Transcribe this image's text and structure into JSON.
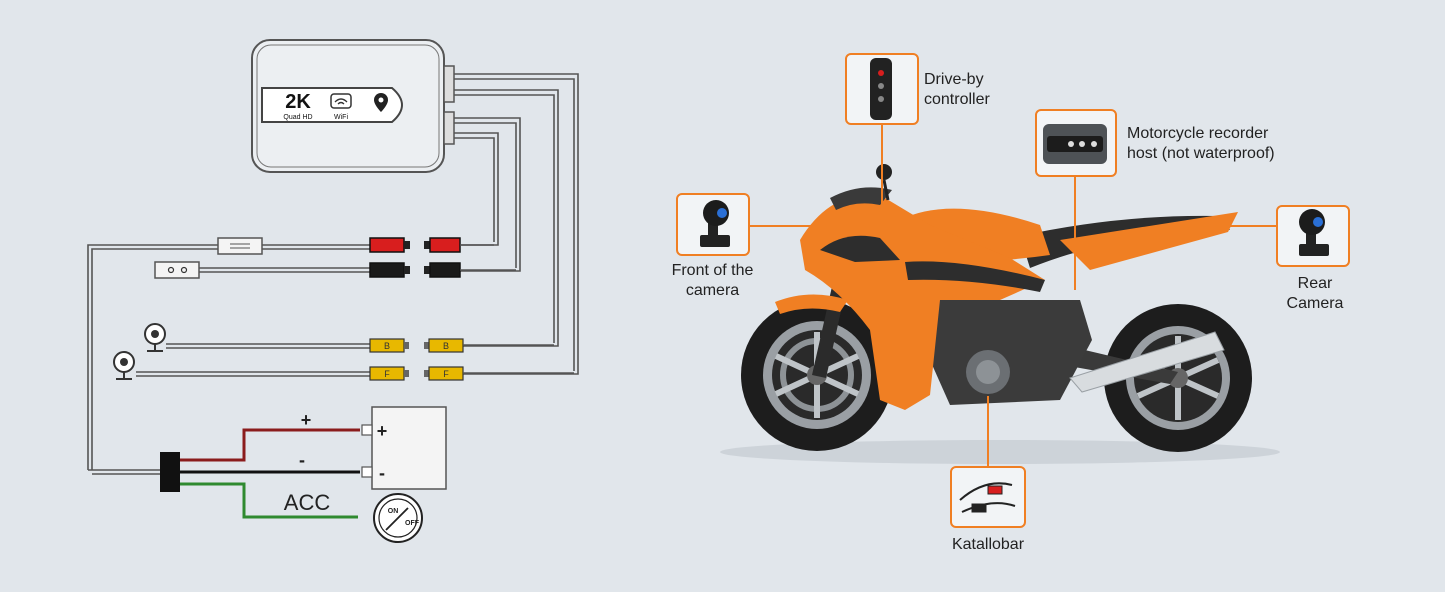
{
  "wiring": {
    "host_resolution": "2K",
    "host_resolution_sub": "Quad HD",
    "host_wifi": "WiFi",
    "host_gps": "GPS",
    "plug_b": "B",
    "plug_f": "F",
    "battery_plus": "+",
    "battery_minus": "-",
    "wire_plus": "+",
    "wire_minus": "-",
    "acc": "ACC",
    "switch_on": "ON",
    "switch_off": "OFF"
  },
  "callouts": {
    "controller": "Drive-by\ncontroller",
    "host": "Motorcycle recorder\nhost (not waterproof)",
    "front_camera": "Front of the\ncamera",
    "rear_camera": "Rear\nCamera",
    "cable": "Katallobar"
  },
  "colors": {
    "accent": "#f07f23",
    "bike_orange": "#f07f23",
    "wire_red": "#8b1c1c",
    "wire_green": "#2f8a2f",
    "connector_red": "#d81e1e",
    "connector_yellow": "#e8b800",
    "background": "#e1e6eb"
  }
}
